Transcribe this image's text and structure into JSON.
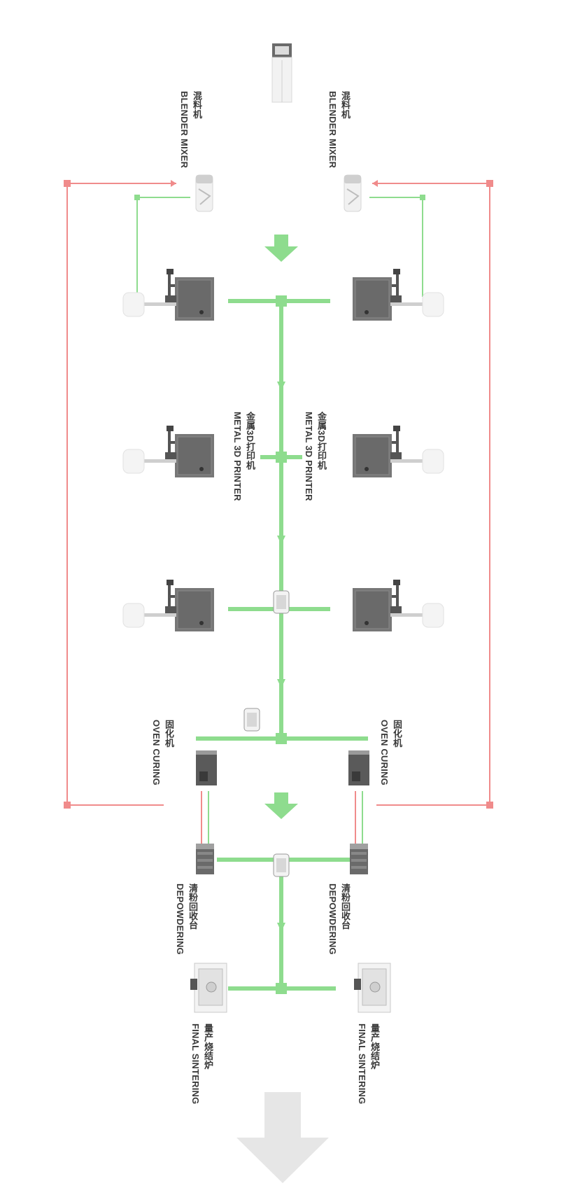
{
  "colors": {
    "flow_green": "#8edc8e",
    "return_red": "#f08b8b",
    "machine_dark": "#6f6f6f",
    "machine_light": "#efefef",
    "final_arrow": "#e6e6e6"
  },
  "labels": {
    "blender_left": {
      "cn": "混料机",
      "en": "BLENDER MIXER"
    },
    "blender_right": {
      "cn": "混料机",
      "en": "BLENDER MIXER"
    },
    "printer_left": {
      "cn": "金属3D打印机",
      "en": "METAL 3D PRINTER"
    },
    "printer_right": {
      "cn": "金属3D打印机",
      "en": "METAL 3D PRINTER"
    },
    "oven_left": {
      "cn": "固化机",
      "en": "OVEN  CURING"
    },
    "oven_right": {
      "cn": "固化机",
      "en": "OVEN  CURING"
    },
    "depowder_left": {
      "cn": "清粉回收台",
      "en": "DEPOWDERING"
    },
    "depowder_right": {
      "cn": "清粉回收台",
      "en": "DEPOWDERING"
    },
    "sinter_left": {
      "cn": "量产烧结炉",
      "en": "FINAL SINTERING"
    },
    "sinter_right": {
      "cn": "量产烧结炉",
      "en": "FINAL SINTERING"
    }
  },
  "icons": [
    "powder-feeder-icon",
    "blender-mixer-icon",
    "metal-3d-printer-icon",
    "agv-robot-icon",
    "oven-curing-icon",
    "depowdering-station-icon",
    "sintering-furnace-icon",
    "flow-arrow-icon"
  ]
}
